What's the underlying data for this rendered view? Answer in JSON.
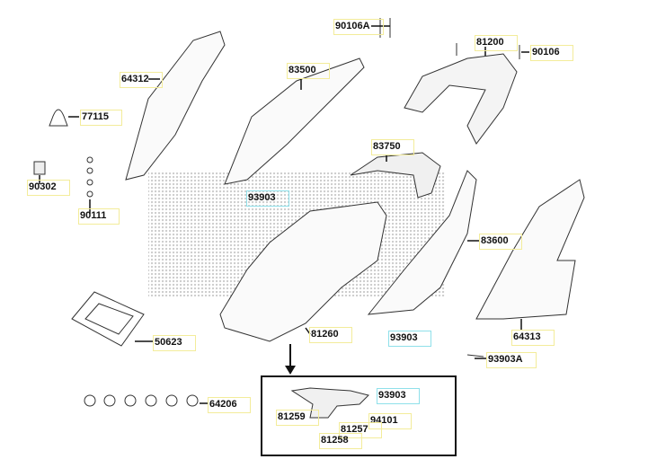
{
  "diagram": {
    "labels": [
      {
        "id": "l1",
        "text": "90106A",
        "kind": "part"
      },
      {
        "id": "l2",
        "text": "81200",
        "kind": "part"
      },
      {
        "id": "l3",
        "text": "90106",
        "kind": "part"
      },
      {
        "id": "l4",
        "text": "64312",
        "kind": "part"
      },
      {
        "id": "l5",
        "text": "83500",
        "kind": "part"
      },
      {
        "id": "l6",
        "text": "77115",
        "kind": "part"
      },
      {
        "id": "l7",
        "text": "83750",
        "kind": "part"
      },
      {
        "id": "l8",
        "text": "90302",
        "kind": "part"
      },
      {
        "id": "l9",
        "text": "90111",
        "kind": "part"
      },
      {
        "id": "l10",
        "text": "93903",
        "kind": "highlighted"
      },
      {
        "id": "l11",
        "text": "83600",
        "kind": "part"
      },
      {
        "id": "l12",
        "text": "50623",
        "kind": "part"
      },
      {
        "id": "l13",
        "text": "81260",
        "kind": "part"
      },
      {
        "id": "l14",
        "text": "93903",
        "kind": "highlighted"
      },
      {
        "id": "l15",
        "text": "64313",
        "kind": "part"
      },
      {
        "id": "l16",
        "text": "93903A",
        "kind": "part"
      },
      {
        "id": "l17",
        "text": "64206",
        "kind": "part"
      },
      {
        "id": "l18",
        "text": "93903",
        "kind": "highlighted"
      },
      {
        "id": "l19",
        "text": "81259",
        "kind": "part"
      },
      {
        "id": "l20",
        "text": "94101",
        "kind": "part"
      },
      {
        "id": "l21",
        "text": "81257",
        "kind": "part"
      },
      {
        "id": "l22",
        "text": "81258",
        "kind": "part"
      }
    ],
    "colors": {
      "part_box": "#f3ec9a",
      "highlight_box": "#8fe0ea",
      "line": "#111111"
    }
  }
}
